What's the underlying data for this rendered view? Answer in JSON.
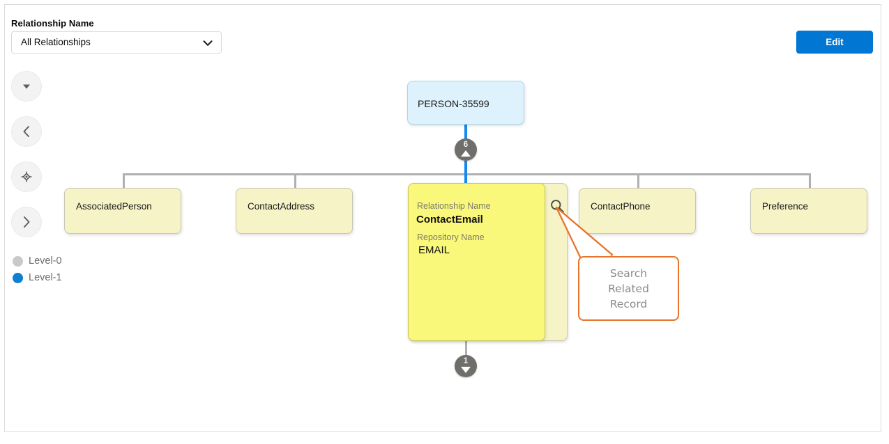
{
  "header": {
    "field_label": "Relationship Name",
    "select_value": "All Relationships",
    "select_placeholder": "All Relationships",
    "select_options": [
      "All Relationships"
    ],
    "edit_label": "Edit",
    "chevron_icon": "chevron-down-icon",
    "accent_color": "#0176d3"
  },
  "rail": {
    "buttons": [
      {
        "name": "collapse-down-button",
        "icon": "caret-down-icon"
      },
      {
        "name": "pan-left-button",
        "icon": "chevron-left-icon"
      },
      {
        "name": "recenter-button",
        "icon": "crosshair-icon"
      },
      {
        "name": "pan-right-button",
        "icon": "chevron-right-icon"
      }
    ]
  },
  "legend": {
    "items": [
      {
        "label": "Level-0",
        "color": "#c9c9c9"
      },
      {
        "label": "Level-1",
        "color": "#0f7fd1"
      }
    ]
  },
  "tree": {
    "root": {
      "label": "PERSON-35599",
      "bg_color": "#ddf2fd"
    },
    "badge_top": {
      "count": "6",
      "direction": "up",
      "color": "#706e6b"
    },
    "badge_bottom": {
      "count": "1",
      "direction": "down",
      "color": "#706e6b"
    },
    "children": [
      {
        "label": "AssociatedPerson",
        "state": "collapsed"
      },
      {
        "label": "ContactAddress",
        "state": "collapsed"
      },
      {
        "label": "ContactEmail",
        "state": "expanded"
      },
      {
        "label": "ContactPhone",
        "state": "collapsed"
      },
      {
        "label": "Preference",
        "state": "collapsed"
      }
    ],
    "expanded_card": {
      "relationship_name_label": "Relationship Name",
      "relationship_name_value": "ContactEmail",
      "repository_name_label": "Repository Name",
      "repository_name_value": "EMAIL",
      "search_icon": "search-icon",
      "bg_color": "#faf87a"
    }
  },
  "callout": {
    "line1": "Search",
    "line2": "Related",
    "line3": "Record",
    "border_color": "#e8732b"
  }
}
